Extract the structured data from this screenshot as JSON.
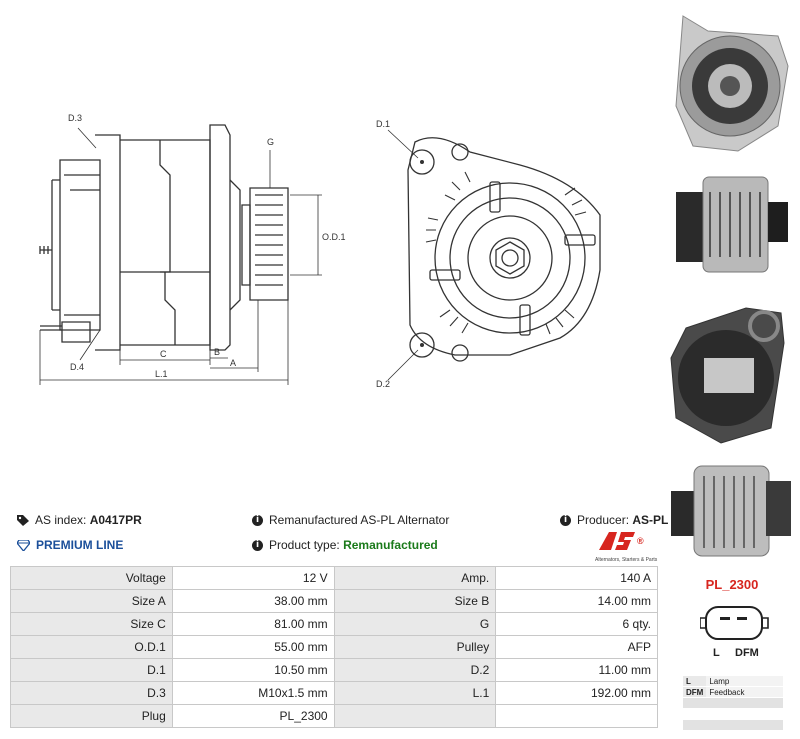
{
  "drawing": {
    "labels": {
      "d3": "D.3",
      "d4": "D.4",
      "g": "G",
      "od1": "O.D.1",
      "c": "C",
      "b": "B",
      "a": "A",
      "l1": "L.1",
      "d1": "D.1",
      "d2": "D.2"
    }
  },
  "info": {
    "as_index_label": "AS index:",
    "as_index_value": "A0417PR",
    "description": "Remanufactured AS-PL Alternator",
    "producer_label": "Producer:",
    "producer_value": "AS-PL",
    "premium_line": "PREMIUM LINE",
    "product_type_label": "Product type:",
    "product_type_value": "Remanufactured",
    "logo_tagline": "Alternators, Starters & Parts"
  },
  "specs": [
    {
      "l1": "Voltage",
      "v1": "12 V",
      "l2": "Amp.",
      "v2": "140 A"
    },
    {
      "l1": "Size A",
      "v1": "38.00 mm",
      "l2": "Size B",
      "v2": "14.00 mm"
    },
    {
      "l1": "Size C",
      "v1": "81.00 mm",
      "l2": "G",
      "v2": "6 qty."
    },
    {
      "l1": "O.D.1",
      "v1": "55.00 mm",
      "l2": "Pulley",
      "v2": "AFP"
    },
    {
      "l1": "D.1",
      "v1": "10.50 mm",
      "l2": "D.2",
      "v2": "11.00 mm"
    },
    {
      "l1": "D.3",
      "v1": "M10x1.5 mm",
      "l2": "L.1",
      "v2": "192.00 mm"
    },
    {
      "l1": "Plug",
      "v1": "PL_2300",
      "l2": "",
      "v2": ""
    }
  ],
  "plug": {
    "title": "PL_2300",
    "pin_l": "L",
    "pin_dfm": "DFM",
    "legend": [
      {
        "key": "L",
        "value": "Lamp"
      },
      {
        "key": "DFM",
        "value": "Feedback"
      }
    ]
  },
  "colors": {
    "accent_red": "#d7261f",
    "premium_blue": "#1b4f9a",
    "product_green": "#1a7a1a"
  }
}
